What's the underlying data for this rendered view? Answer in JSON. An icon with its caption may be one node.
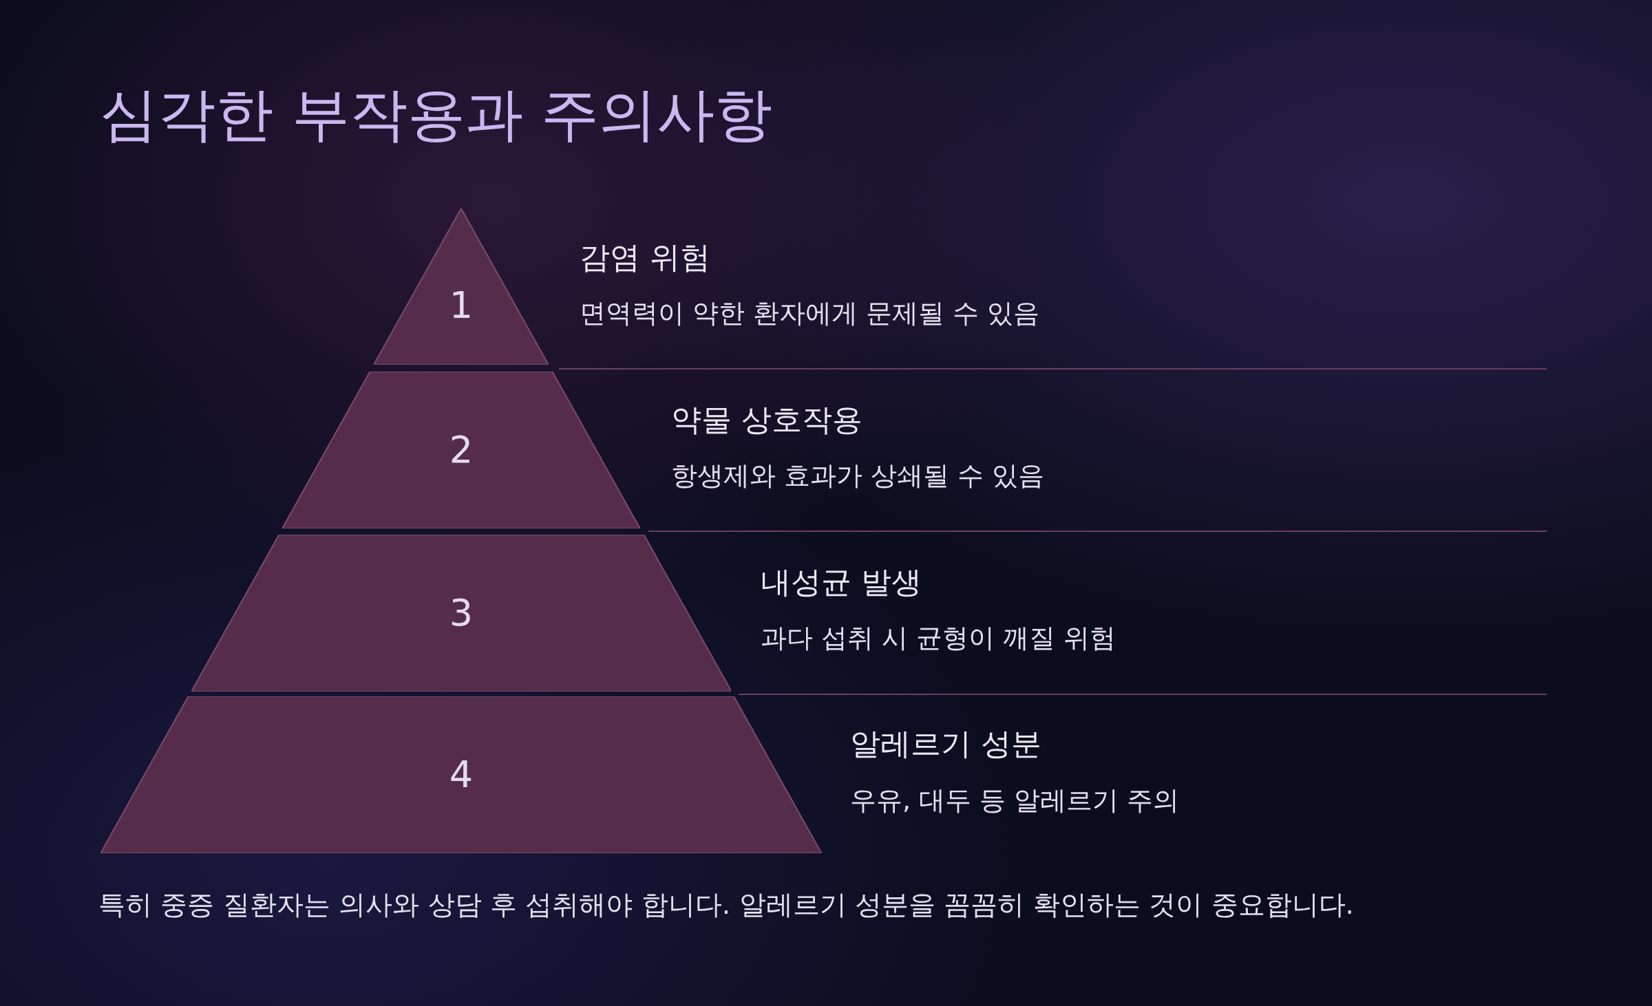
{
  "diagram": {
    "title": "심각한 부작용과 주의사항",
    "nodes": [
      {
        "text": [
          "1"
        ],
        "beside": [
          "감염 위험",
          "면역력이 약한 환자에게 문제될 수 있음"
        ]
      },
      {
        "text": [
          "2"
        ],
        "beside": [
          "약물 상호작용",
          "항생제와 효과가 상쇄될 수 있음"
        ]
      },
      {
        "text": [
          "3"
        ],
        "beside": [
          "내성균 발생",
          "과다 섭취 시 균형이 깨질 위험"
        ]
      },
      {
        "text": [
          "4"
        ],
        "beside": [
          "알레르기 성분",
          "우유, 대두 등 알레르기 주의"
        ]
      }
    ],
    "edges": [],
    "caption": "특히 중증 질환자는 의사와 상담 후 섭취해야 합니다. 알레르기 성분을 꼼꼼히 확인하는 것이 중요합니다."
  }
}
